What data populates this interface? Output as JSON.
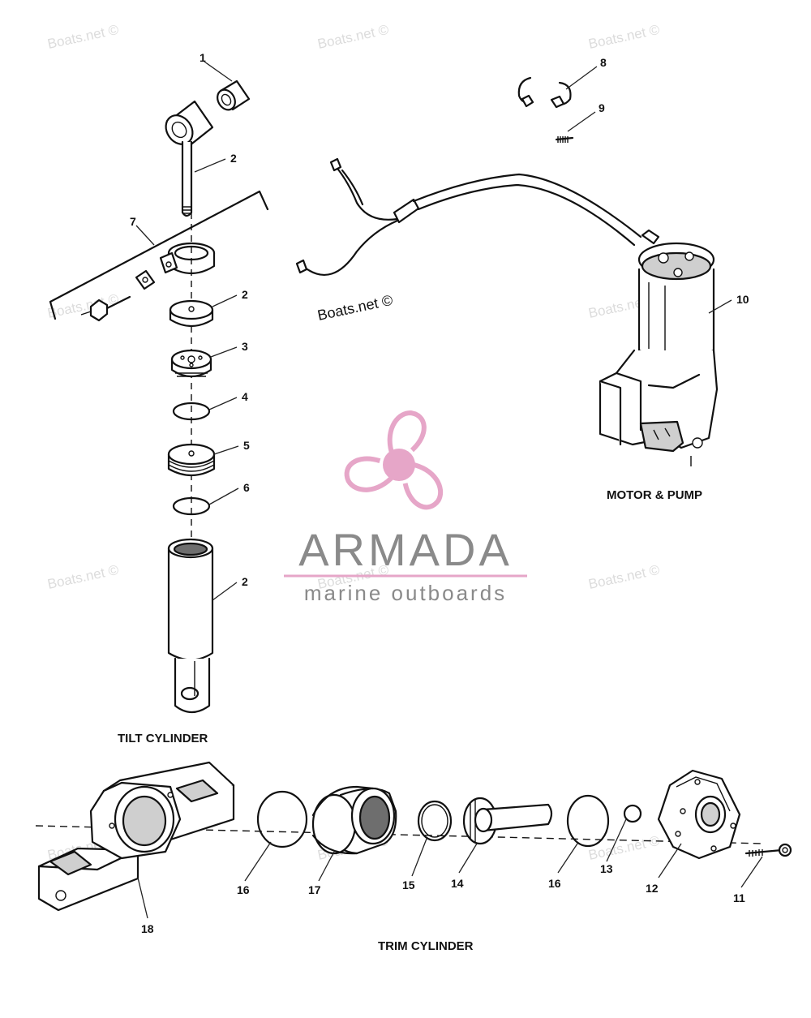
{
  "watermark": {
    "text": "Boats.net ©"
  },
  "sections": {
    "tilt": "TILT CYLINDER",
    "motor": "MOTOR & PUMP",
    "trim": "TRIM CYLINDER"
  },
  "callouts": {
    "tilt_1": "1",
    "tilt_2a": "2",
    "tilt_7": "7",
    "tilt_2b": "2",
    "tilt_3": "3",
    "tilt_4": "4",
    "tilt_5": "5",
    "tilt_6": "6",
    "tilt_2c": "2",
    "motor_8": "8",
    "motor_9": "9",
    "motor_10": "10",
    "trim_18": "18",
    "trim_16a": "16",
    "trim_17": "17",
    "trim_15": "15",
    "trim_14": "14",
    "trim_16b": "16",
    "trim_13": "13",
    "trim_12": "12",
    "trim_11": "11"
  },
  "logo": {
    "name": "ARMADA",
    "tagline": "marine outboards",
    "accent_color": "#e6a6c8",
    "text_color": "#8a8a8a"
  }
}
